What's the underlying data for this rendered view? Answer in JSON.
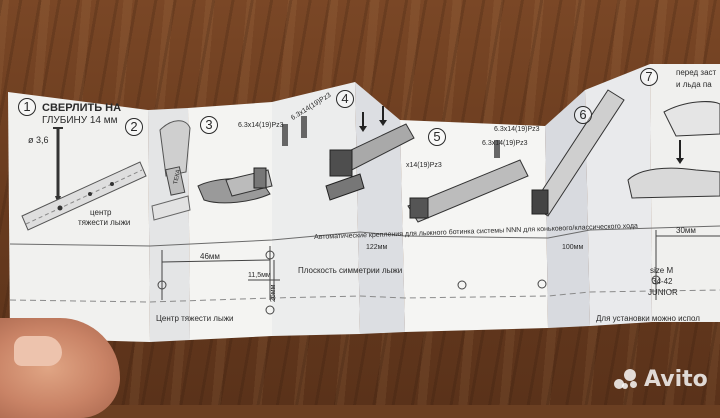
{
  "steps": [
    "1",
    "2",
    "3",
    "4",
    "5",
    "6",
    "7"
  ],
  "step1": {
    "title_line1": "СВЕРЛИТЬ НА",
    "title_line2": "ГЛУБИНУ 14 мм",
    "diameter": "ø 3,6",
    "center_line1": "центр",
    "center_line2": "тяжести лыжи"
  },
  "step2": {
    "tube_text": "ТЕКА"
  },
  "screws": {
    "a": "6.3x14(19)Pz3",
    "b": "6.3x14(19)Pz3",
    "c": "6.3x14(19)Pz3",
    "d": "6.3x14(19)Pz3",
    "e": "x14(19)Pz3"
  },
  "step7": {
    "top_line1": "перед заст",
    "top_line2": "и льда па"
  },
  "band": {
    "caption1": "Автоматические крепления для лыжного ботинка системы NNN для конькового/классического хода",
    "dim_122": "122мм",
    "dim_100": "100мм",
    "dim_30": "30мм"
  },
  "lower": {
    "dim_46": "46мм",
    "dim_11_5": "11,5мм",
    "dim_26": "26мм",
    "symmetry": "Плоскость симметрии лыжи",
    "cog": "Центр тяжести лыжи",
    "size_line1": "size M",
    "size_line2": "34-42",
    "size_line3": "JUNIOR",
    "install": "Для установки можно испол"
  },
  "watermark": {
    "text": "Avito"
  }
}
